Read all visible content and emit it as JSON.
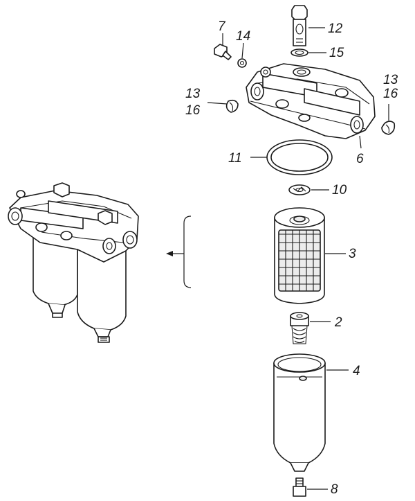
{
  "callouts": {
    "c12": "12",
    "c7": "7",
    "c14": "14",
    "c15": "15",
    "c13_left": "13",
    "c16_left": "16",
    "c13_right": "13",
    "c16_right": "16",
    "c6": "6",
    "c11": "11",
    "c10": "10",
    "c3": "3",
    "c2": "2",
    "c4": "4",
    "c8": "8"
  }
}
